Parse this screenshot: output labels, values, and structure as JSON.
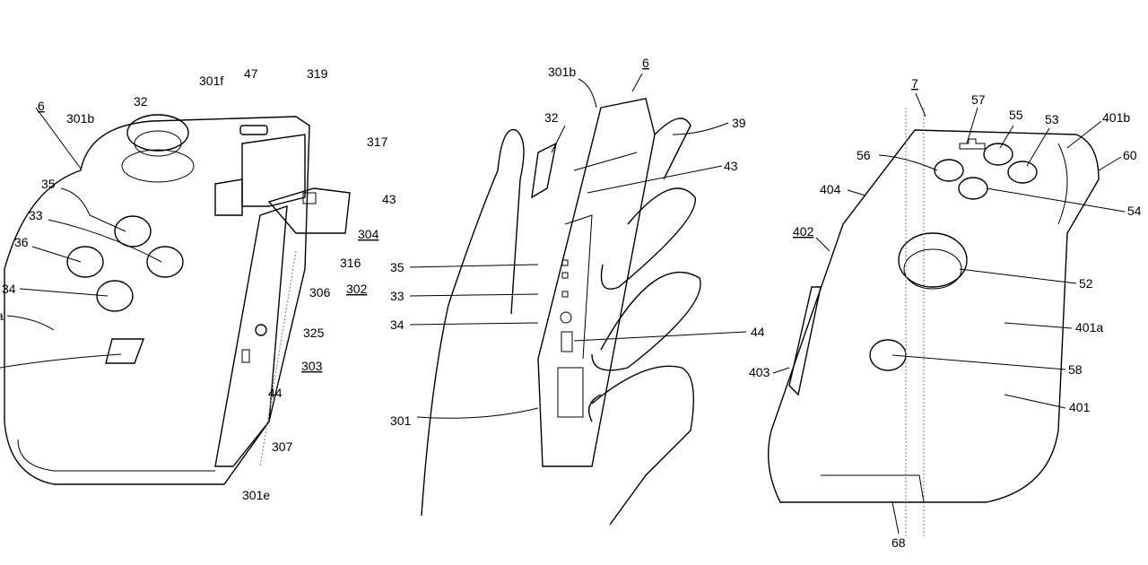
{
  "figures": {
    "left": {
      "ref": "6",
      "labels": [
        "301b",
        "32",
        "301f",
        "47",
        "319",
        "317",
        "43",
        "304",
        "316",
        "302",
        "306",
        "325",
        "303",
        "44",
        "307",
        "301e",
        "35",
        "33",
        "36",
        "34",
        "a"
      ]
    },
    "middle": {
      "ref": "6",
      "labels": [
        "301b",
        "32",
        "39",
        "43",
        "35",
        "33",
        "34",
        "44",
        "301"
      ]
    },
    "right": {
      "ref": "7",
      "labels": [
        "57",
        "55",
        "53",
        "401b",
        "60",
        "56",
        "404",
        "54",
        "402",
        "52",
        "401a",
        "403",
        "58",
        "401",
        "68"
      ]
    }
  }
}
